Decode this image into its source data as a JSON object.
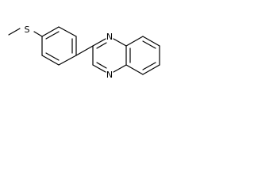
{
  "molecule": {
    "atoms": [
      {
        "id": "S1",
        "element": "S",
        "label": "S"
      },
      {
        "id": "N1",
        "element": "N",
        "label": "N"
      },
      {
        "id": "N2",
        "element": "N",
        "label": "N"
      }
    ]
  },
  "colors": {
    "bond": "#000000",
    "label": "#000000",
    "background": "#ffffff"
  }
}
